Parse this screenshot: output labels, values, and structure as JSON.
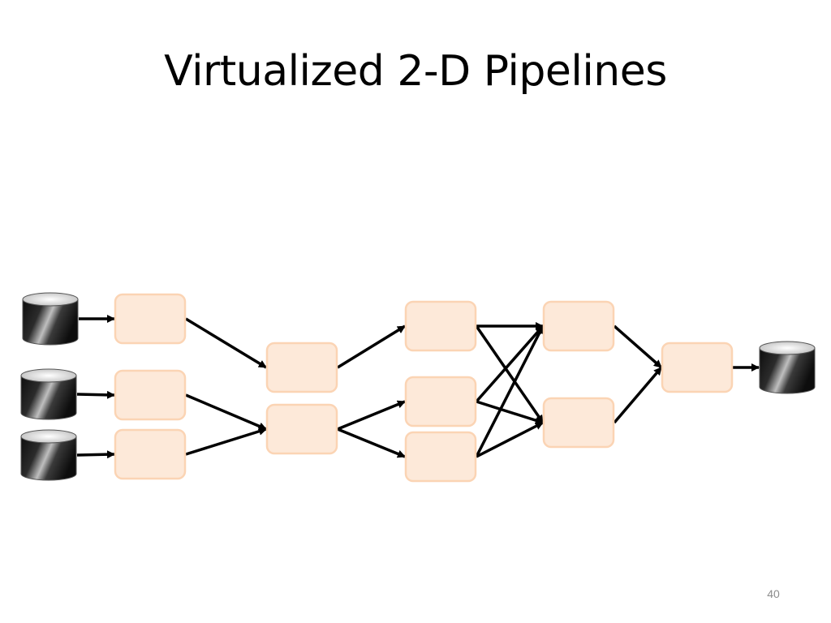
{
  "slide": {
    "title": "Virtualized 2-D Pipelines",
    "page_number": "40"
  },
  "diagram": {
    "node_fill": "#fde9d9",
    "node_border": "#fbd4b4",
    "edge_color": "#000000",
    "cylinder_dark": "#1a1a1a",
    "cylinder_light": "#bfbfbf",
    "nodes": [
      {
        "id": "src1",
        "type": "data-cylinder"
      },
      {
        "id": "src2",
        "type": "data-cylinder"
      },
      {
        "id": "src3",
        "type": "data-cylinder"
      },
      {
        "id": "s1a",
        "type": "stage"
      },
      {
        "id": "s1b",
        "type": "stage"
      },
      {
        "id": "s1c",
        "type": "stage"
      },
      {
        "id": "s2a",
        "type": "stage"
      },
      {
        "id": "s2b",
        "type": "stage"
      },
      {
        "id": "s3a",
        "type": "stage"
      },
      {
        "id": "s3b",
        "type": "stage"
      },
      {
        "id": "s3c",
        "type": "stage"
      },
      {
        "id": "s4a",
        "type": "stage"
      },
      {
        "id": "s4b",
        "type": "stage"
      },
      {
        "id": "s5",
        "type": "stage"
      },
      {
        "id": "sink",
        "type": "data-cylinder"
      }
    ],
    "edges": [
      {
        "from": "src1",
        "to": "s1a"
      },
      {
        "from": "src2",
        "to": "s1b"
      },
      {
        "from": "src3",
        "to": "s1c"
      },
      {
        "from": "s1a",
        "to": "s2a"
      },
      {
        "from": "s1b",
        "to": "s2b"
      },
      {
        "from": "s1c",
        "to": "s2b"
      },
      {
        "from": "s2a",
        "to": "s3a"
      },
      {
        "from": "s2b",
        "to": "s3b"
      },
      {
        "from": "s2b",
        "to": "s3c"
      },
      {
        "from": "s3a",
        "to": "s4a"
      },
      {
        "from": "s3a",
        "to": "s4b"
      },
      {
        "from": "s3b",
        "to": "s4a"
      },
      {
        "from": "s3b",
        "to": "s4b"
      },
      {
        "from": "s3c",
        "to": "s4a"
      },
      {
        "from": "s3c",
        "to": "s4b"
      },
      {
        "from": "s4a",
        "to": "s5"
      },
      {
        "from": "s4b",
        "to": "s5"
      },
      {
        "from": "s5",
        "to": "sink"
      }
    ]
  }
}
